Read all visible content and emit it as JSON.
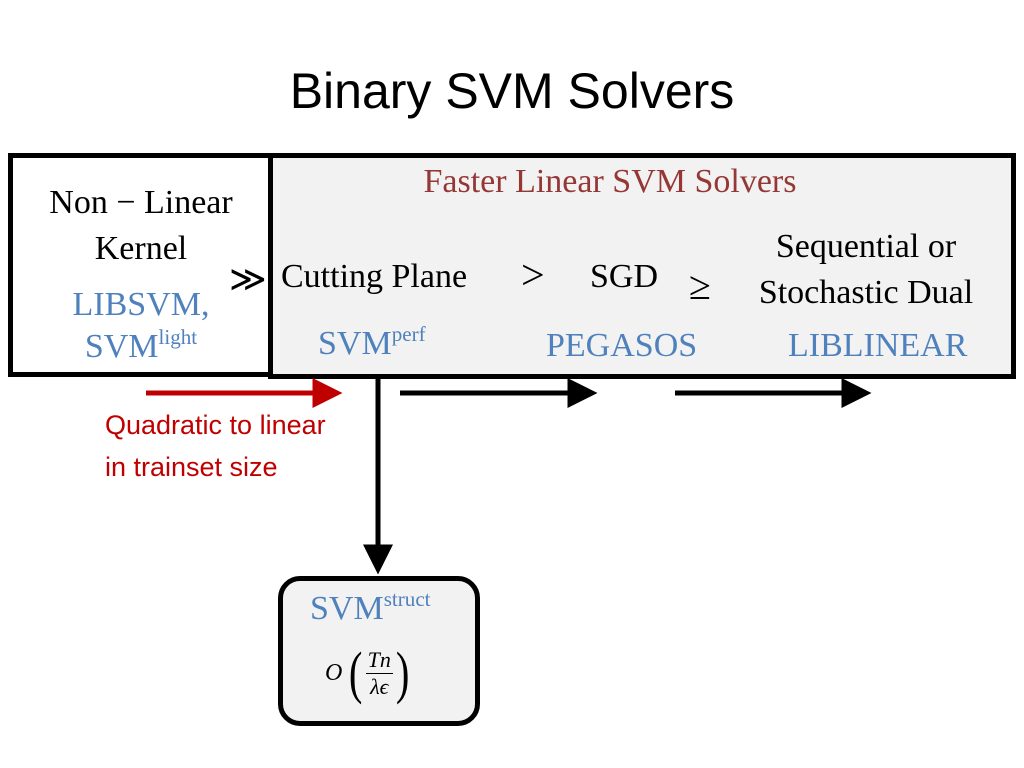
{
  "title": "Binary SVM Solvers",
  "nonlinear": {
    "line1": "Non − Linear",
    "line2": "Kernel",
    "solvers_line1": "LIBSVM,",
    "solvers_line2_base": "SVM",
    "solvers_line2_sup": "light"
  },
  "linear_group": {
    "heading": "Faster Linear SVM Solvers",
    "much_greater": "≫",
    "cutting_plane": "Cutting Plane",
    "greater": ">",
    "sgd": "SGD",
    "geq": "≥",
    "dual_line1": "Sequential or",
    "dual_line2": "Stochastic Dual",
    "svmperf_base": "SVM",
    "svmperf_sup": "perf",
    "pegasos": "PEGASOS",
    "liblinear": "LIBLINEAR"
  },
  "annotation": {
    "line1": "Quadratic to linear",
    "line2": "in trainset size"
  },
  "struct": {
    "base": "SVM",
    "sup": "struct",
    "complexity_o": "O",
    "complexity_num": "Tn",
    "complexity_den": "λϵ"
  },
  "colors": {
    "blue": "#4f81bd",
    "red": "#c00000",
    "maroon": "#953735",
    "panel_grey": "#f2f2f2"
  }
}
